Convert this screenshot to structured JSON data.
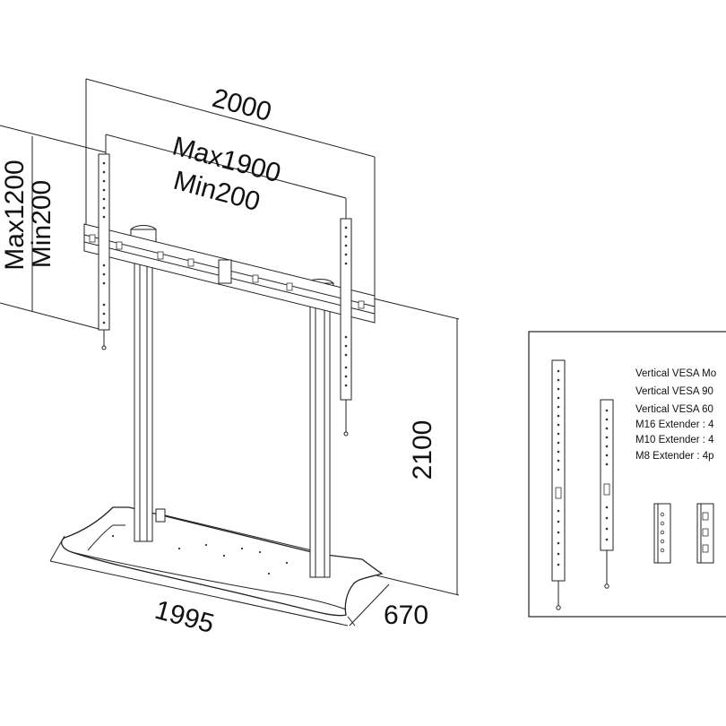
{
  "dimensions": {
    "total_width": "2000",
    "vesa_max_width": "Max1900",
    "vesa_min_width": "Min200",
    "vesa_max_height": "Max1200",
    "vesa_min_height": "Min200",
    "height": "2100",
    "base_width": "1995",
    "base_depth": "670"
  },
  "parts_list": [
    "Vertical VESA Mo",
    "Vertical VESA 90",
    "Vertical VESA 60",
    "M16 Extender : 4",
    "M10 Extender : 4",
    "M8 Extender : 4p"
  ]
}
